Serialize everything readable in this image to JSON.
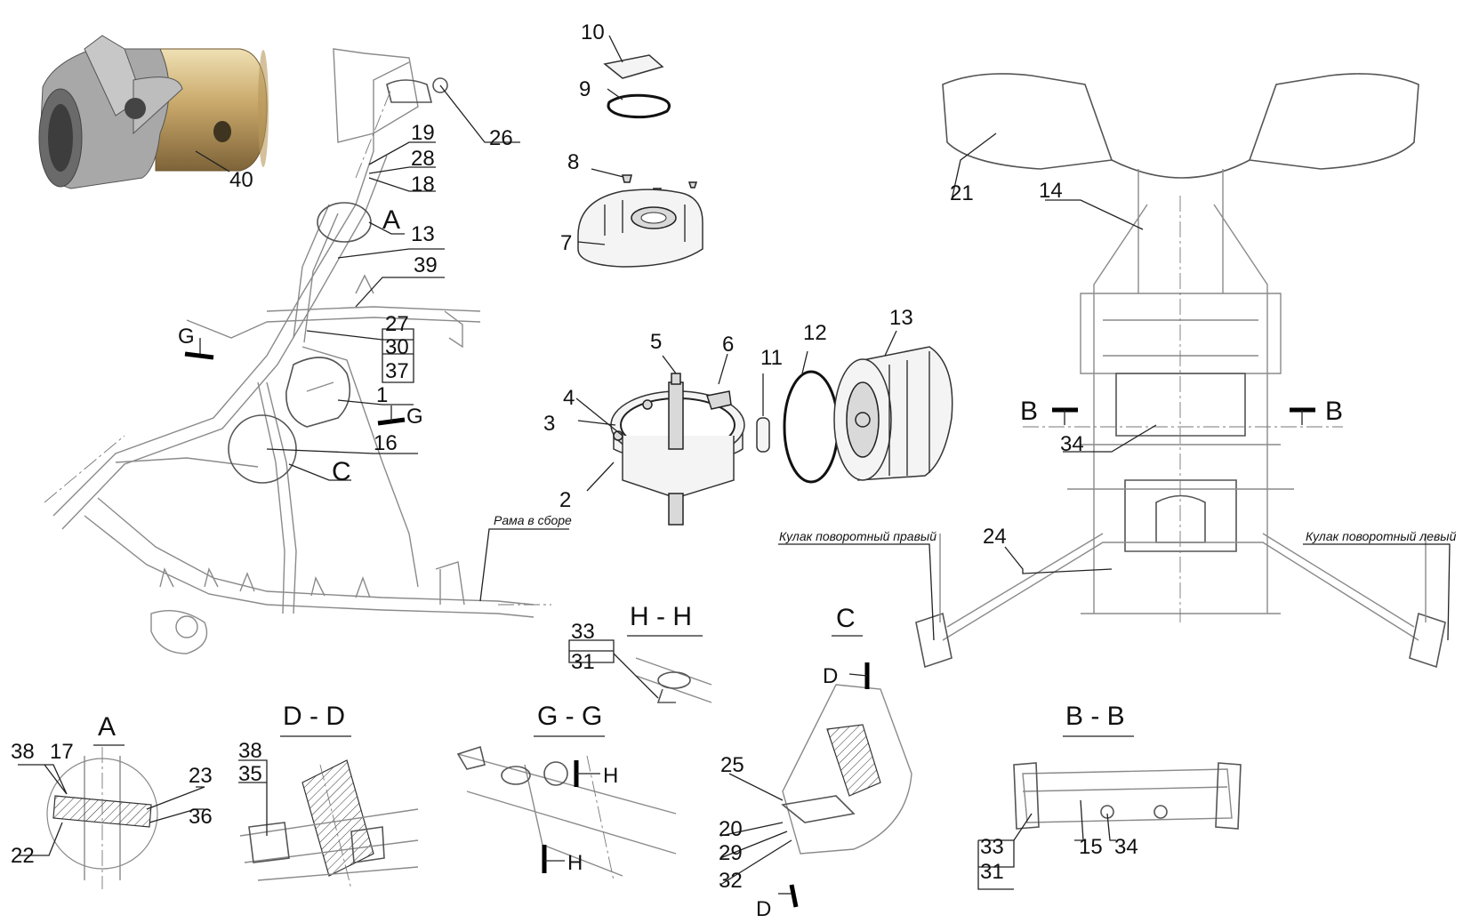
{
  "labels": {
    "n1": "1",
    "n2": "2",
    "n3": "3",
    "n4": "4",
    "n5": "5",
    "n6": "6",
    "n7": "7",
    "n8": "8",
    "n9": "9",
    "n10": "10",
    "n11": "11",
    "n12": "12",
    "n13a": "13",
    "n13b": "13",
    "n14": "14",
    "n15": "15",
    "n16": "16",
    "n17": "17",
    "n18": "18",
    "n19": "19",
    "n20": "20",
    "n21": "21",
    "n22": "22",
    "n23": "23",
    "n24": "24",
    "n25": "25",
    "n26": "26",
    "n27": "27",
    "n28": "28",
    "n29": "29",
    "n30": "30",
    "n31a": "31",
    "n31b": "31",
    "n32": "32",
    "n33a": "33",
    "n33b": "33",
    "n34a": "34",
    "n34b": "34",
    "n35": "35",
    "n36": "36",
    "n37": "37",
    "n38a": "38",
    "n38b": "38",
    "n39": "39",
    "n40": "40"
  },
  "sections": {
    "A": "A",
    "HH": "H - H",
    "C": "C",
    "DD": "D - D",
    "GG": "G - G",
    "BB": "B - B"
  },
  "markers": {
    "A_callout": "A",
    "C_callout": "C",
    "G1": "G",
    "G2": "G",
    "B_left": "B",
    "B_right": "B",
    "H_upper": "H",
    "H_lower": "H",
    "D_upper": "D",
    "D_lower": "D"
  },
  "captions": {
    "frame_assembly": "Рама в сборе",
    "knuckle_right": "Кулак поворотный правый",
    "knuckle_left": "Кулак поворотный левый"
  }
}
